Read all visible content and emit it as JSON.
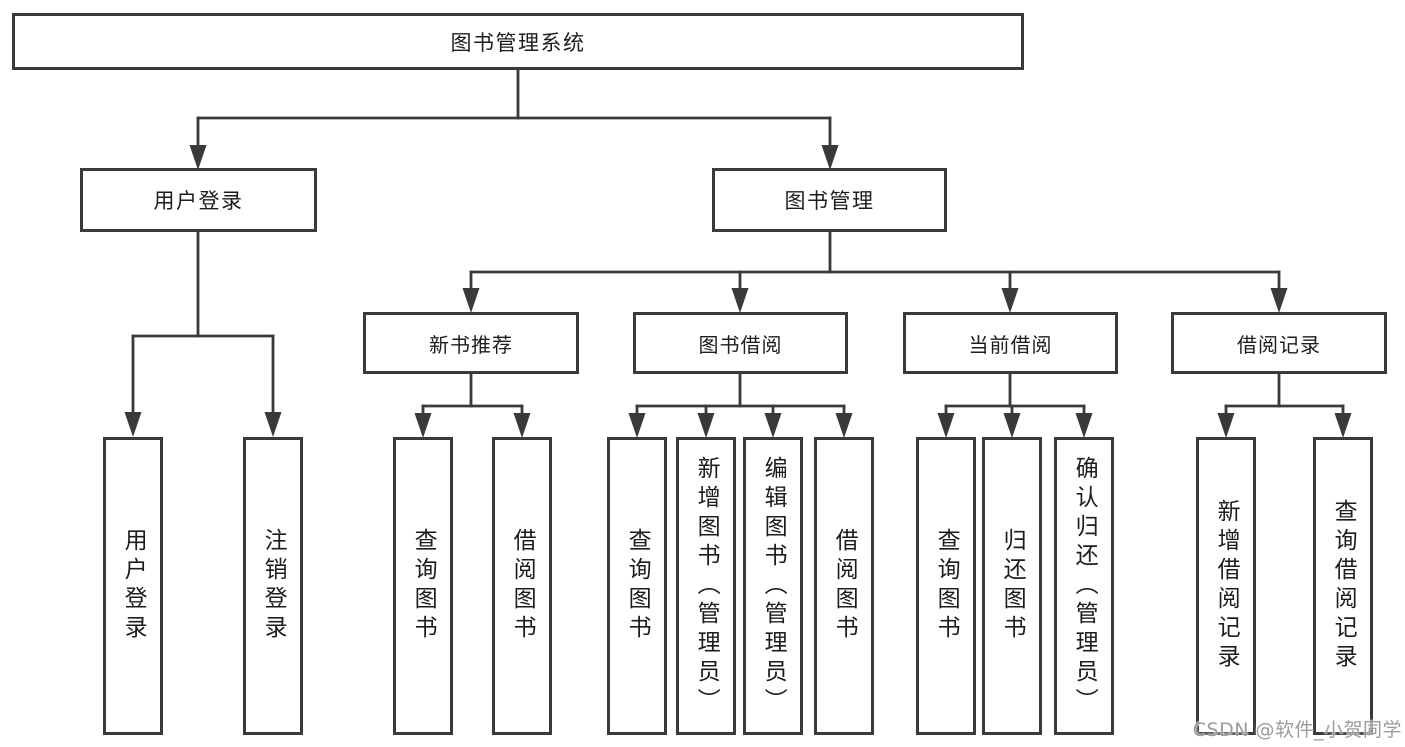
{
  "diagram_title": "图书管理系统",
  "colors": {
    "background": "#ffffff",
    "line": "#3a3a3a",
    "box_border": "#3a3a3a",
    "box_fill": "#ffffff",
    "text": "#1d1d1d",
    "watermark": "#9c9c9c"
  },
  "nodes": {
    "root": {
      "label": "图书管理系统"
    },
    "level2": [
      {
        "label": "用户登录"
      },
      {
        "label": "图书管理"
      }
    ],
    "level3": [
      {
        "label": "新书推荐"
      },
      {
        "label": "图书借阅"
      },
      {
        "label": "当前借阅"
      },
      {
        "label": "借阅记录"
      }
    ],
    "leaves": [
      {
        "label": "用户登录"
      },
      {
        "label": "注销登录"
      },
      {
        "label": "查询图书"
      },
      {
        "label": "借阅图书"
      },
      {
        "label": "查询图书"
      },
      {
        "label": "新增图书（管理员）"
      },
      {
        "label": "编辑图书（管理员）"
      },
      {
        "label": "借阅图书"
      },
      {
        "label": "查询图书"
      },
      {
        "label": "归还图书"
      },
      {
        "label": "确认归还（管理员）"
      },
      {
        "label": "新增借阅记录"
      },
      {
        "label": "查询借阅记录"
      }
    ]
  },
  "hierarchy": {
    "图书管理系统": [
      "用户登录",
      "图书管理"
    ],
    "用户登录": [
      "用户登录",
      "注销登录"
    ],
    "图书管理": [
      "新书推荐",
      "图书借阅",
      "当前借阅",
      "借阅记录"
    ],
    "新书推荐": [
      "查询图书",
      "借阅图书"
    ],
    "图书借阅": [
      "查询图书",
      "新增图书（管理员）",
      "编辑图书（管理员）",
      "借阅图书"
    ],
    "当前借阅": [
      "查询图书",
      "归还图书",
      "确认归还（管理员）"
    ],
    "借阅记录": [
      "新增借阅记录",
      "查询借阅记录"
    ]
  },
  "watermark": {
    "text": "CSDN @软件_小贺同学"
  }
}
